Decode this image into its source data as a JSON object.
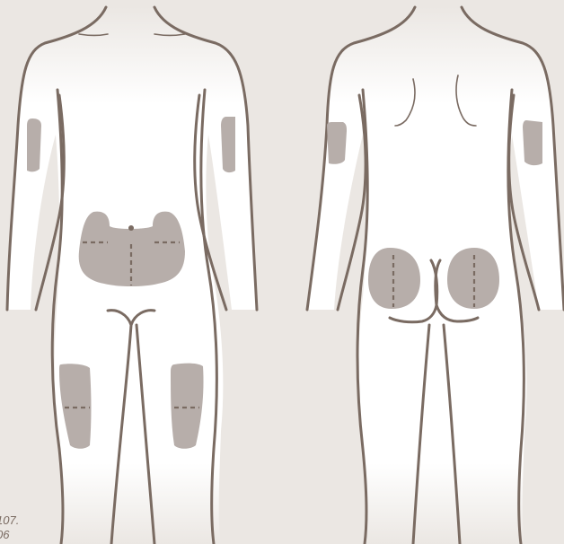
{
  "diagram": {
    "views": [
      "front-view",
      "back-view"
    ],
    "zones": {
      "front": [
        "left-upper-arm",
        "right-upper-arm",
        "abdomen",
        "left-thigh",
        "right-thigh"
      ],
      "back": [
        "left-upper-arm",
        "right-upper-arm",
        "left-buttock",
        "right-buttock"
      ]
    },
    "colors": {
      "background": "#ebe7e3",
      "outline": "#7a6b62",
      "injection_zone": "#b7aeaa",
      "body_fill": "#ffffff"
    }
  },
  "caption": {
    "line1": "107.",
    "line2": "06"
  }
}
